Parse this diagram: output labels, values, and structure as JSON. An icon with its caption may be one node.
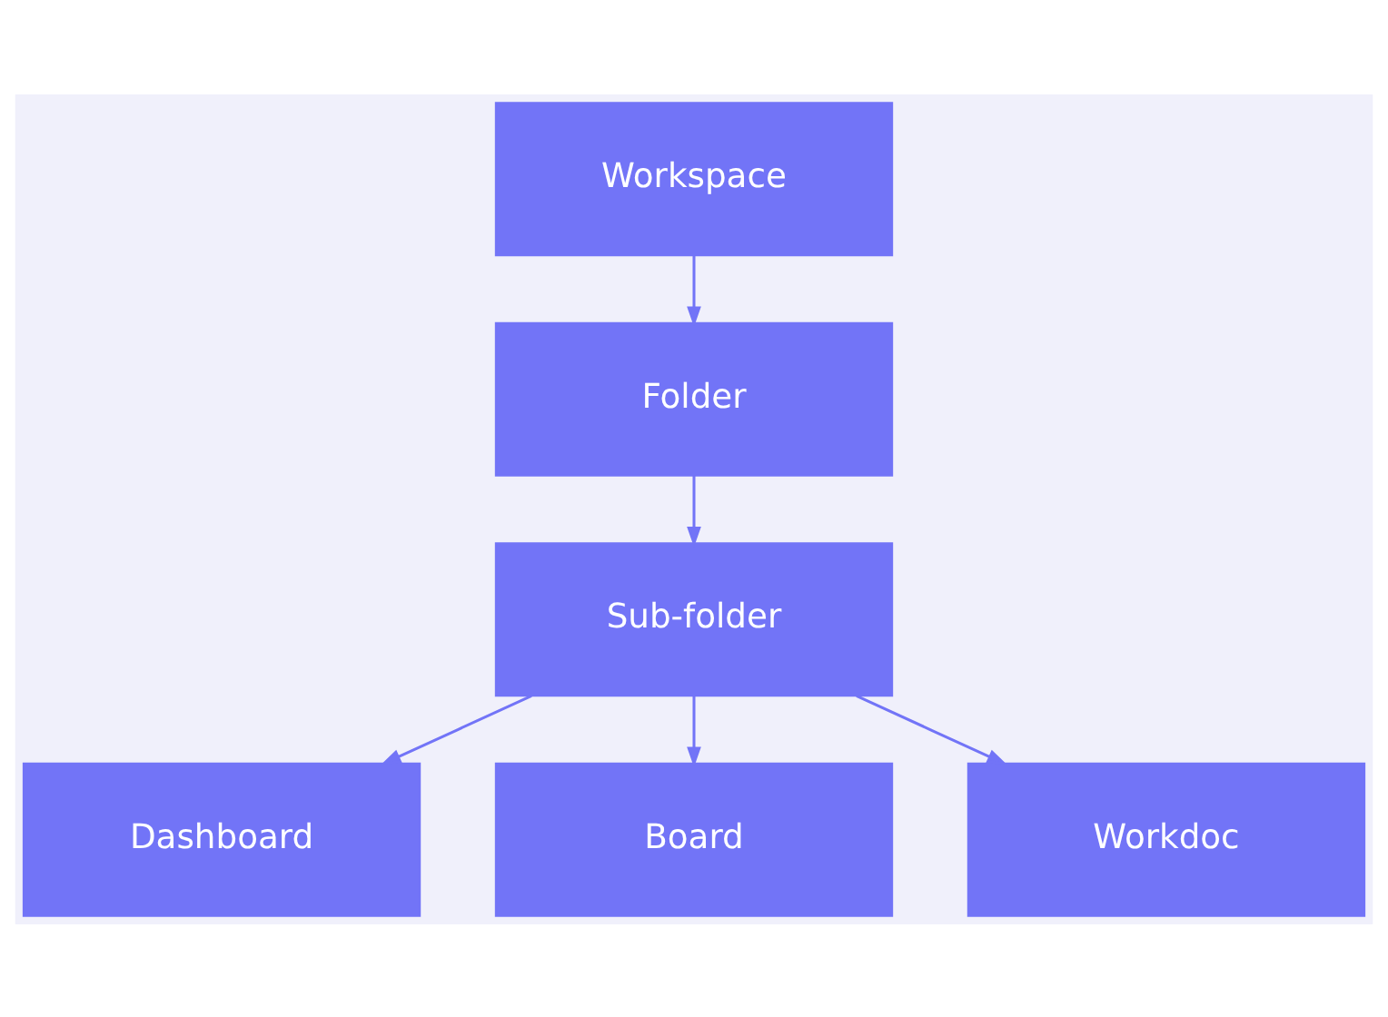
{
  "diagram": {
    "nodes": [
      {
        "text": [
          "Workspace"
        ]
      },
      {
        "text": [
          "Folder"
        ]
      },
      {
        "text": [
          "Sub-folder"
        ]
      },
      {
        "text": [
          "Dashboard"
        ]
      },
      {
        "text": [
          "Board"
        ]
      },
      {
        "text": [
          "Workdoc"
        ]
      }
    ],
    "edges": [
      {
        "from": 0,
        "to": 1,
        "arrow": "to"
      },
      {
        "from": 1,
        "to": 2,
        "arrow": "to"
      },
      {
        "from": 2,
        "to": 3,
        "arrow": "to"
      },
      {
        "from": 2,
        "to": 4,
        "arrow": "to"
      },
      {
        "from": 2,
        "to": 5,
        "arrow": "to"
      }
    ]
  }
}
